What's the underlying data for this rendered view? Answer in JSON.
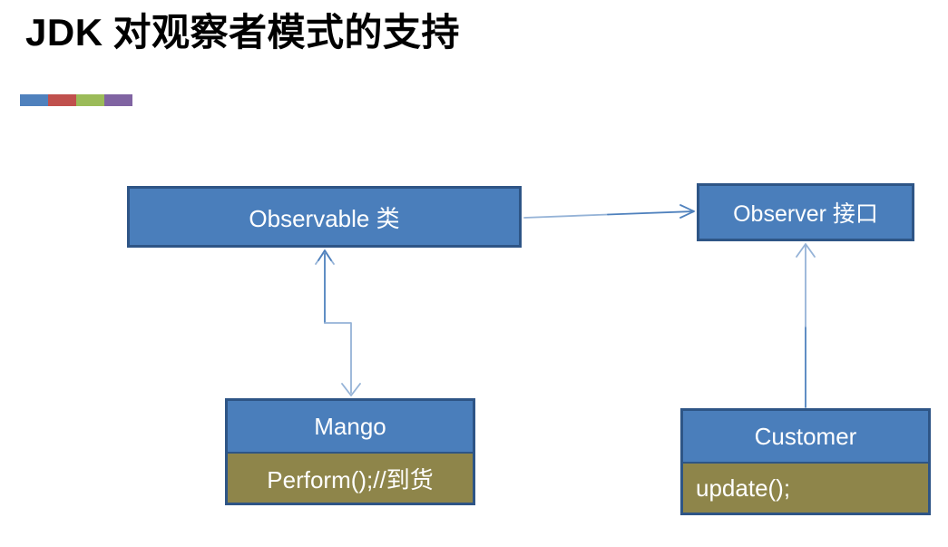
{
  "slide": {
    "title": {
      "full": "JDK 对观察者模式的支持",
      "latin": "JDK",
      "cjk": " 对观察者模式的支持"
    },
    "accent_bar_colors": [
      "#4F81BD",
      "#C0504D",
      "#9BBB59",
      "#8064A2"
    ]
  },
  "diagram": {
    "nodes": {
      "observable": {
        "label": "Observable 类"
      },
      "observer": {
        "label": "Observer 接口"
      },
      "mango": {
        "title": "Mango",
        "method": "Perform();//到货"
      },
      "customer": {
        "title": "Customer",
        "method": "update();"
      }
    },
    "edges": [
      {
        "from": "Observable 类",
        "to": "Observer 接口",
        "style": "single-arrow"
      },
      {
        "from": "Observable 类",
        "to": "Mango",
        "style": "double-arrow-elbow"
      },
      {
        "from": "Customer",
        "to": "Observer 接口",
        "style": "single-arrow"
      }
    ],
    "colors": {
      "node_fill": "#4A7EBB",
      "node_border": "#2E5586",
      "method_fill": "#8E854A",
      "arrow_light": "#95B3D7",
      "arrow_dark": "#4F81BD",
      "text": "#FFFFFF"
    }
  }
}
